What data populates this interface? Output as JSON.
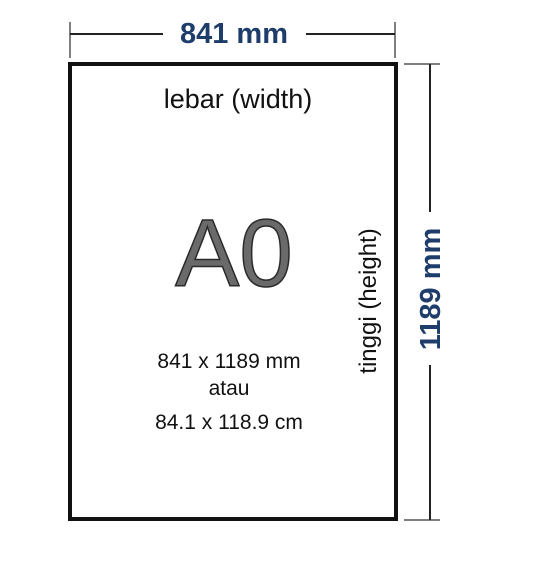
{
  "width_dimension": {
    "label": "841 mm",
    "color": "#1f3d6b"
  },
  "height_dimension": {
    "label": "1189 mm",
    "color": "#1f3d6b"
  },
  "paper": {
    "top_label": "lebar (width)",
    "side_label": "tinggi (height)",
    "size_name": "A0",
    "size_mm": "841 x 1189 mm",
    "connector": "atau",
    "size_cm": "84.1 x 118.9 cm",
    "border_color": "#111111"
  }
}
